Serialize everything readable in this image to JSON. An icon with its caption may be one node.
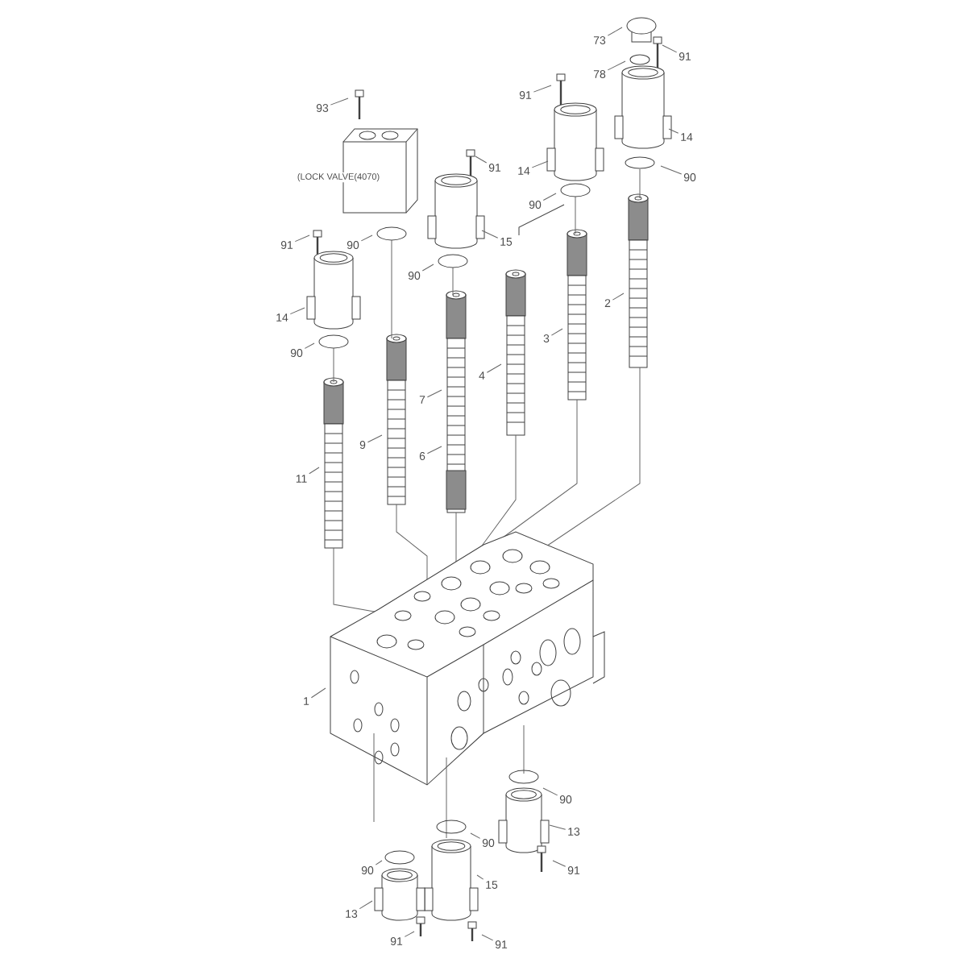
{
  "diagram": {
    "nodes": [
      {
        "text": [
          "73"
        ]
      },
      {
        "text": [
          "91"
        ]
      },
      {
        "text": [
          "78"
        ]
      },
      {
        "text": [
          "91"
        ]
      },
      {
        "text": [
          "93"
        ]
      },
      {
        "text": [
          "14"
        ]
      },
      {
        "text": [
          "91"
        ]
      },
      {
        "text": [
          "90"
        ]
      },
      {
        "text": [
          "14"
        ]
      },
      {
        "text": [
          "90"
        ]
      },
      {
        "text": [
          "15"
        ]
      },
      {
        "text": [
          "91"
        ]
      },
      {
        "text": [
          "90"
        ]
      },
      {
        "text": [
          "90"
        ]
      },
      {
        "text": [
          "2"
        ]
      },
      {
        "text": [
          "14"
        ]
      },
      {
        "text": [
          "3"
        ]
      },
      {
        "text": [
          "90"
        ]
      },
      {
        "text": [
          "4"
        ]
      },
      {
        "text": [
          "7"
        ]
      },
      {
        "text": [
          "9"
        ]
      },
      {
        "text": [
          "6"
        ]
      },
      {
        "text": [
          "11"
        ]
      },
      {
        "text": [
          "1"
        ]
      },
      {
        "text": [
          "90"
        ]
      },
      {
        "text": [
          "13"
        ]
      },
      {
        "text": [
          "90"
        ]
      },
      {
        "text": [
          "91"
        ]
      },
      {
        "text": [
          "90"
        ]
      },
      {
        "text": [
          "15"
        ]
      },
      {
        "text": [
          "13"
        ]
      },
      {
        "text": [
          "91"
        ]
      },
      {
        "text": [
          "91"
        ]
      }
    ],
    "edges": [
      {
        "from": 0,
        "to": null,
        "arrow": "none"
      },
      {
        "from": 1,
        "to": null,
        "arrow": "none"
      },
      {
        "from": 2,
        "to": null,
        "arrow": "none"
      },
      {
        "from": 3,
        "to": null,
        "arrow": "none"
      },
      {
        "from": 4,
        "to": null,
        "arrow": "none"
      },
      {
        "from": 5,
        "to": null,
        "arrow": "none"
      },
      {
        "from": 6,
        "to": null,
        "arrow": "none"
      },
      {
        "from": 7,
        "to": null,
        "arrow": "none"
      },
      {
        "from": 8,
        "to": null,
        "arrow": "none"
      },
      {
        "from": 9,
        "to": null,
        "arrow": "none"
      },
      {
        "from": 10,
        "to": null,
        "arrow": "none"
      },
      {
        "from": 11,
        "to": null,
        "arrow": "none"
      },
      {
        "from": 12,
        "to": null,
        "arrow": "none"
      },
      {
        "from": 13,
        "to": null,
        "arrow": "none"
      },
      {
        "from": 14,
        "to": null,
        "arrow": "none"
      },
      {
        "from": 15,
        "to": null,
        "arrow": "none"
      },
      {
        "from": 16,
        "to": null,
        "arrow": "none"
      },
      {
        "from": 17,
        "to": null,
        "arrow": "none"
      },
      {
        "from": 18,
        "to": null,
        "arrow": "none"
      },
      {
        "from": 19,
        "to": null,
        "arrow": "none"
      },
      {
        "from": 20,
        "to": null,
        "arrow": "none"
      },
      {
        "from": 21,
        "to": null,
        "arrow": "none"
      },
      {
        "from": 22,
        "to": null,
        "arrow": "none"
      },
      {
        "from": 23,
        "to": null,
        "arrow": "none"
      },
      {
        "from": 24,
        "to": null,
        "arrow": "none"
      },
      {
        "from": 25,
        "to": null,
        "arrow": "none"
      },
      {
        "from": 26,
        "to": null,
        "arrow": "none"
      },
      {
        "from": 27,
        "to": null,
        "arrow": "none"
      },
      {
        "from": 28,
        "to": null,
        "arrow": "none"
      },
      {
        "from": 29,
        "to": null,
        "arrow": "none"
      },
      {
        "from": 30,
        "to": null,
        "arrow": "none"
      },
      {
        "from": 31,
        "to": null,
        "arrow": "none"
      },
      {
        "from": 32,
        "to": null,
        "arrow": "none"
      }
    ],
    "labels": [
      "(LOCK VALVE(4070)"
    ]
  }
}
